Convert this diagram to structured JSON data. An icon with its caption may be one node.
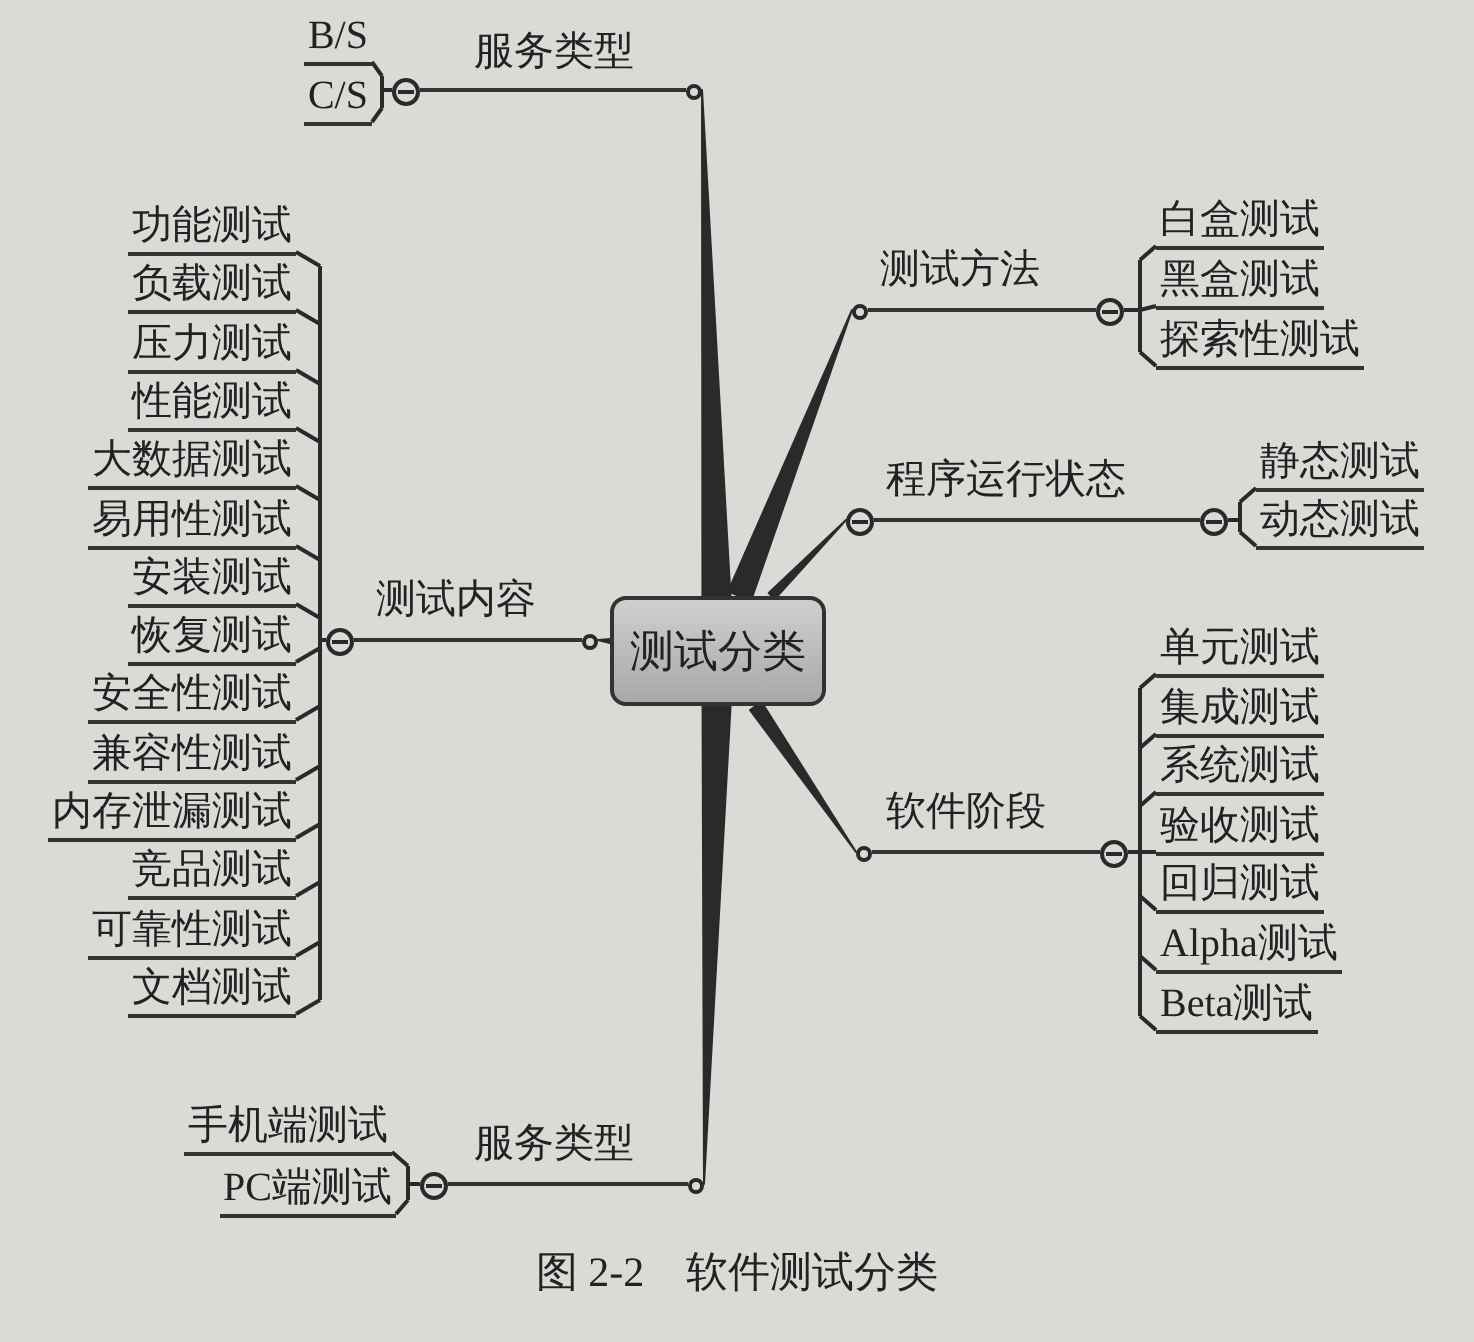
{
  "diagram": {
    "caption": "图 2-2　软件测试分类",
    "nodes": [
      {
        "text": [
          "测试分类"
        ]
      },
      {
        "text": [
          "服务类型"
        ]
      },
      {
        "text": [
          "B/S"
        ]
      },
      {
        "text": [
          "C/S"
        ]
      },
      {
        "text": [
          "测试内容"
        ]
      },
      {
        "text": [
          "功能测试"
        ]
      },
      {
        "text": [
          "负载测试"
        ]
      },
      {
        "text": [
          "压力测试"
        ]
      },
      {
        "text": [
          "性能测试"
        ]
      },
      {
        "text": [
          "大数据测试"
        ]
      },
      {
        "text": [
          "易用性测试"
        ]
      },
      {
        "text": [
          "安装测试"
        ]
      },
      {
        "text": [
          "恢复测试"
        ]
      },
      {
        "text": [
          "安全性测试"
        ]
      },
      {
        "text": [
          "兼容性测试"
        ]
      },
      {
        "text": [
          "内存泄漏测试"
        ]
      },
      {
        "text": [
          "竞品测试"
        ]
      },
      {
        "text": [
          "可靠性测试"
        ]
      },
      {
        "text": [
          "文档测试"
        ]
      },
      {
        "text": [
          "服务类型"
        ]
      },
      {
        "text": [
          "手机端测试"
        ]
      },
      {
        "text": [
          "PC端测试"
        ]
      },
      {
        "text": [
          "测试方法"
        ]
      },
      {
        "text": [
          "白盒测试"
        ]
      },
      {
        "text": [
          "黑盒测试"
        ]
      },
      {
        "text": [
          "探索性测试"
        ]
      },
      {
        "text": [
          "程序运行状态"
        ]
      },
      {
        "text": [
          "静态测试"
        ]
      },
      {
        "text": [
          "动态测试"
        ]
      },
      {
        "text": [
          "软件阶段"
        ]
      },
      {
        "text": [
          "单元测试"
        ]
      },
      {
        "text": [
          "集成测试"
        ]
      },
      {
        "text": [
          "系统测试"
        ]
      },
      {
        "text": [
          "验收测试"
        ]
      },
      {
        "text": [
          "回归测试"
        ]
      },
      {
        "text": [
          "Alpha测试"
        ]
      },
      {
        "text": [
          "Beta测试"
        ]
      }
    ],
    "edges": [
      {
        "from": 0,
        "to": 1,
        "arrow": "none"
      },
      {
        "from": 1,
        "to": 2,
        "arrow": "none"
      },
      {
        "from": 1,
        "to": 3,
        "arrow": "none"
      },
      {
        "from": 0,
        "to": 4,
        "arrow": "none"
      },
      {
        "from": 4,
        "to": 5,
        "arrow": "none"
      },
      {
        "from": 4,
        "to": 6,
        "arrow": "none"
      },
      {
        "from": 4,
        "to": 7,
        "arrow": "none"
      },
      {
        "from": 4,
        "to": 8,
        "arrow": "none"
      },
      {
        "from": 4,
        "to": 9,
        "arrow": "none"
      },
      {
        "from": 4,
        "to": 10,
        "arrow": "none"
      },
      {
        "from": 4,
        "to": 11,
        "arrow": "none"
      },
      {
        "from": 4,
        "to": 12,
        "arrow": "none"
      },
      {
        "from": 4,
        "to": 13,
        "arrow": "none"
      },
      {
        "from": 4,
        "to": 14,
        "arrow": "none"
      },
      {
        "from": 4,
        "to": 15,
        "arrow": "none"
      },
      {
        "from": 4,
        "to": 16,
        "arrow": "none"
      },
      {
        "from": 4,
        "to": 17,
        "arrow": "none"
      },
      {
        "from": 4,
        "to": 18,
        "arrow": "none"
      },
      {
        "from": 0,
        "to": 19,
        "arrow": "none"
      },
      {
        "from": 19,
        "to": 20,
        "arrow": "none"
      },
      {
        "from": 19,
        "to": 21,
        "arrow": "none"
      },
      {
        "from": 0,
        "to": 22,
        "arrow": "none"
      },
      {
        "from": 22,
        "to": 23,
        "arrow": "none"
      },
      {
        "from": 22,
        "to": 24,
        "arrow": "none"
      },
      {
        "from": 22,
        "to": 25,
        "arrow": "none"
      },
      {
        "from": 0,
        "to": 26,
        "arrow": "none"
      },
      {
        "from": 26,
        "to": 27,
        "arrow": "none"
      },
      {
        "from": 26,
        "to": 28,
        "arrow": "none"
      },
      {
        "from": 0,
        "to": 29,
        "arrow": "none"
      },
      {
        "from": 29,
        "to": 30,
        "arrow": "none"
      },
      {
        "from": 29,
        "to": 31,
        "arrow": "none"
      },
      {
        "from": 29,
        "to": 32,
        "arrow": "none"
      },
      {
        "from": 29,
        "to": 33,
        "arrow": "none"
      },
      {
        "from": 29,
        "to": 34,
        "arrow": "none"
      },
      {
        "from": 29,
        "to": 35,
        "arrow": "none"
      },
      {
        "from": 29,
        "to": 36,
        "arrow": "none"
      }
    ]
  }
}
